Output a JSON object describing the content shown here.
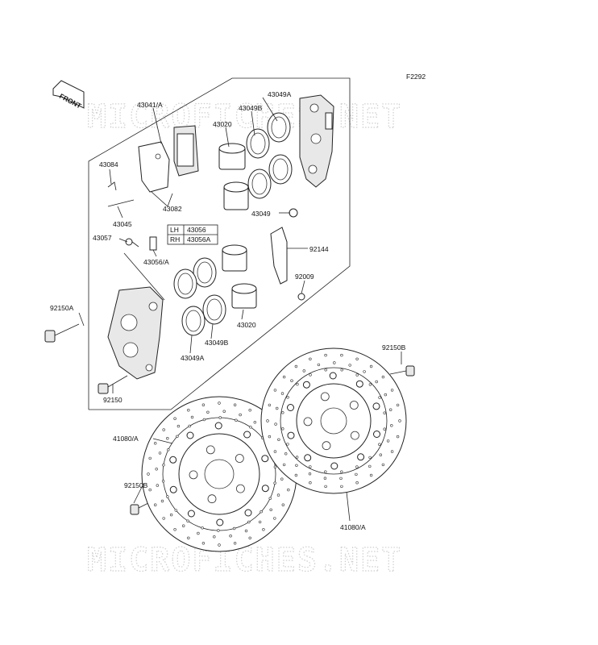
{
  "figure_code": "F2292",
  "front_tag": "FRONT",
  "watermark": "MICROFICHES.NET",
  "callouts": {
    "p43041A": "43041/A",
    "p43049A_top": "43049A",
    "p43049B_top": "43049B",
    "p43020_top": "43020",
    "p43084": "43084",
    "p43082": "43082",
    "p43045": "43045",
    "p43049": "43049",
    "p43057": "43057",
    "p43056A": "43056/A",
    "p92144": "92144",
    "p92009": "92009",
    "p92150A": "92150A",
    "p43020_bot": "43020",
    "p43049B_bot": "43049B",
    "p43049A_bot": "43049A",
    "p92150": "92150",
    "p92150B_r": "92150B",
    "p41080A_l": "41080/A",
    "p92150B_l": "92150B",
    "p41080A_r": "41080/A"
  },
  "side_table": [
    {
      "side": "LH",
      "part": "43056"
    },
    {
      "side": "RH",
      "part": "43056A"
    }
  ]
}
